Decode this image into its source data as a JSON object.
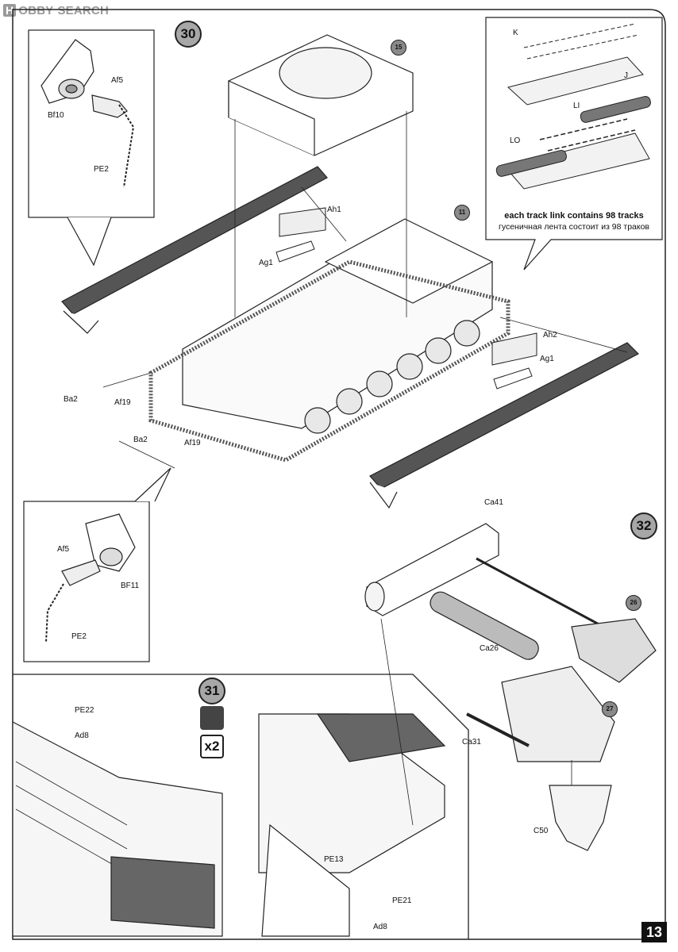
{
  "watermark": {
    "logo": "H",
    "brand": "OBBY",
    "search": "SEARCH"
  },
  "page_number": "13",
  "steps": {
    "step30": "30",
    "step31": "31",
    "step32": "32",
    "multiplier": "x2"
  },
  "refs": {
    "r15": "15",
    "r11": "11",
    "r26": "26",
    "r27": "27"
  },
  "parts": {
    "Af5_top": "Af5",
    "Bf10": "Bf10",
    "PE2_top": "PE2",
    "Ah1": "Ah1",
    "Ag1_left": "Ag1",
    "Ah2": "Ah2",
    "Ag1_right": "Ag1",
    "Ba2_a": "Ba2",
    "Af19_a": "Af19",
    "Ba2_b": "Ba2",
    "Af19_b": "Af19",
    "Af5_bottom": "Af5",
    "BF11": "BF11",
    "PE2_bottom": "PE2",
    "K": "K",
    "J": "J",
    "LI": "LI",
    "LO": "LO",
    "Ca41": "Ca41",
    "Ca26": "Ca26",
    "Ca31": "Ca31",
    "C50": "C50",
    "PE22": "PE22",
    "Ad8_left": "Ad8",
    "PE13": "PE13",
    "PE21": "PE21",
    "Ad8_right": "Ad8"
  },
  "track_caption": {
    "en": "each track link contains 98 tracks",
    "ru": "гусеничная лента состоит из 98 траков"
  }
}
